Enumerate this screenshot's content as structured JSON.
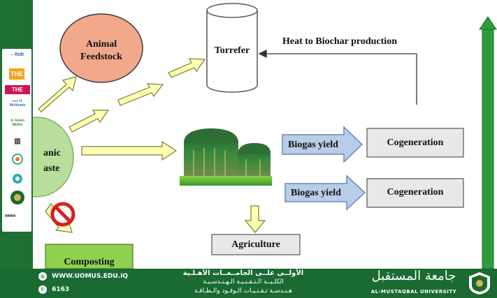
{
  "diagram": {
    "nodes": {
      "animal_feedstock": "Animal\nFeedstock",
      "torrefer": "Torrefer",
      "organic_waste": "anic\naste",
      "composting": "Composting",
      "agriculture": "Agriculture",
      "cogeneration_1": "Cogeneration",
      "cogeneration_2": "Cogeneration"
    },
    "arrows": {
      "heat_label": "Heat to Biochar production",
      "biogas_yield_1": "Biogas yield",
      "biogas_yield_2": "Biogas yield"
    }
  },
  "sidebar_logos": [
    "RUR",
    "THE",
    "THE",
    "U-Multirank",
    "Green Metric",
    "",
    "",
    "",
    "",
    ""
  ],
  "footer": {
    "website": "WWW.UOMUS.EDU.IQ",
    "phone": "6163",
    "arabic_line1": "الأولــى علــى الجامــعــات الأهـلـية",
    "arabic_line2": "الكلـيــة الـتـقـنـيـة الـهـنـدسـيـة",
    "arabic_line3": "هـنـدسـة تـقـنـيـات الـوقـود والـطـاقـة",
    "university_ar": "جامعة المستقبل",
    "university_en": "AL-MUSTAQBAL UNIVERSITY"
  },
  "colors": {
    "sidebar_green": "#1f6e34",
    "footer_green": "#1a6a32",
    "ellipse_fill": "#f2a88a",
    "organic_fill": "#b9dd9a",
    "composting_fill": "#8fd14f",
    "arrow_yellow": "#ffffb0",
    "arrow_blue": "#b8cde8",
    "box_grey": "#e8e8e8",
    "big_arrow_green": "#2f9a3a"
  }
}
